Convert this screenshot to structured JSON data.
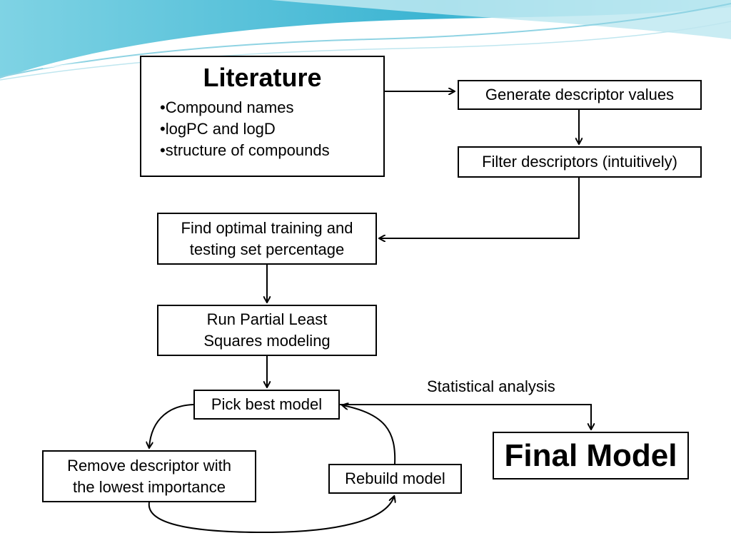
{
  "colors": {
    "wave_light": "#b9e6ee",
    "wave_mid": "#5fc6dd",
    "wave_dark": "#2aa6c8",
    "stroke": "#000000"
  },
  "literature": {
    "title": "Literature",
    "items": [
      "Compound names",
      "logPC and logD",
      "structure of compounds"
    ]
  },
  "generate": "Generate descriptor values",
  "filter": "Filter descriptors (intuitively)",
  "find_optimal": {
    "line1": "Find optimal training and",
    "line2": "testing set percentage"
  },
  "run_pls": {
    "line1": "Run Partial Least",
    "line2": "Squares modeling"
  },
  "pick_best": "Pick best model",
  "remove_descriptor": {
    "line1": "Remove descriptor with",
    "line2": "the lowest importance"
  },
  "rebuild": "Rebuild model",
  "statistical_analysis": "Statistical analysis",
  "final_model": "Final Model"
}
